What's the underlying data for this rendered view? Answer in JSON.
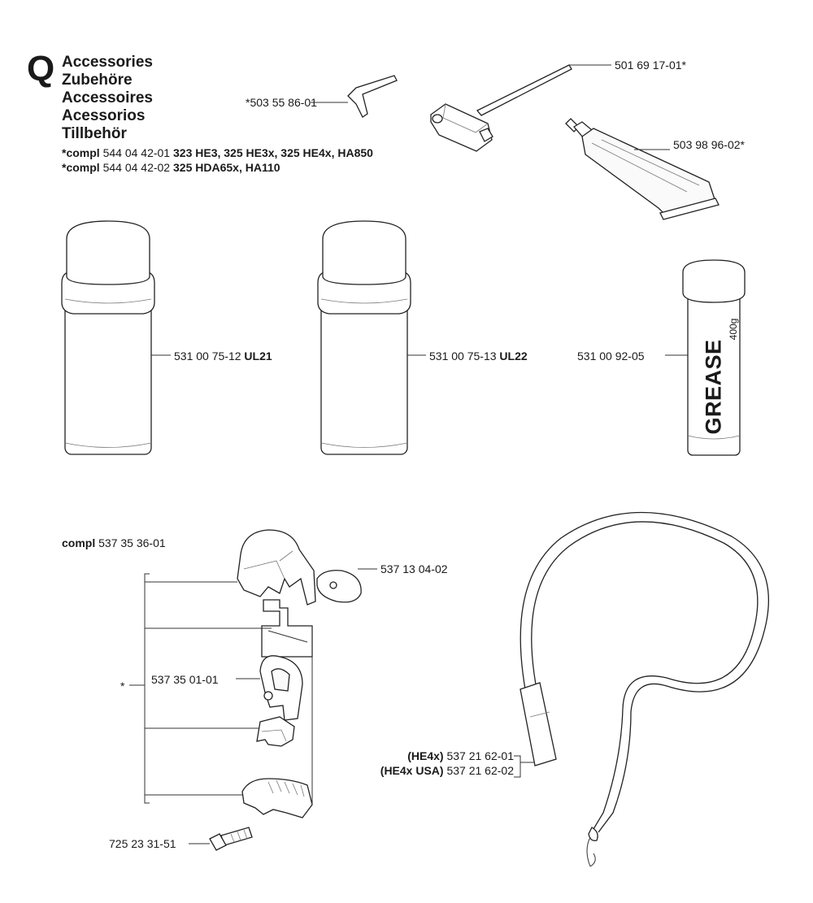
{
  "section": {
    "letter": "Q",
    "titles": [
      "Accessories",
      "Zubehöre",
      "Accessoires",
      "Acessorios",
      "Tillbehör"
    ]
  },
  "kits": [
    {
      "prefix": "*compl",
      "number": "544 04 42-01",
      "models": "323 HE3, 325 HE3x, 325 HE4x, HA850"
    },
    {
      "prefix": "*compl",
      "number": "544 04 42-02",
      "models": "325 HDA65x, HA110"
    }
  ],
  "parts": {
    "hex_key": "*503 55 86-01",
    "combi_wrench": "501 69 17-01*",
    "grease_tube": "503 98 96-02*",
    "spray_ul21": {
      "number": "531 00 75-12",
      "code": "UL21"
    },
    "spray_ul22": {
      "number": "531 00 75-13",
      "code": "UL22"
    },
    "grease_can": {
      "number": "531 00 92-05",
      "label": "GREASE",
      "weight": "400g"
    },
    "handle_kit": {
      "prefix": "compl",
      "number": "537 35 36-01"
    },
    "knob": "537 13 04-02",
    "d_handle": "537 35 01-01",
    "bracket_asterisk": "*",
    "screw": "725 23 31-51",
    "harness_1": {
      "model": "(HE4x)",
      "number": "537 21 62-01"
    },
    "harness_2": {
      "model": "(HE4x USA)",
      "number": "537 21 62-02"
    }
  }
}
